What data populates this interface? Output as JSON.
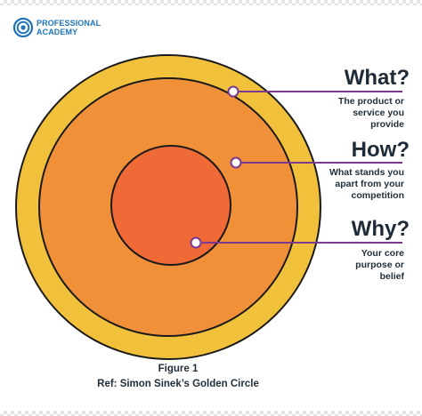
{
  "brand": {
    "logo_line1": "PROFESSIONAL",
    "logo_line2": "ACADEMY",
    "color": "#1f74b9"
  },
  "colors": {
    "outer_ring": "#f2c13c",
    "middle_ring": "#f0913a",
    "inner_circle": "#ef6a37",
    "ring_stroke": "#1a1a1a",
    "connector": "#7b3a8e"
  },
  "sections": [
    {
      "title": "What?",
      "description_lines": [
        "The product or",
        "service you",
        "provide"
      ]
    },
    {
      "title": "How?",
      "description_lines": [
        "What stands you",
        "apart from your",
        "competition"
      ]
    },
    {
      "title": "Why?",
      "description_lines": [
        "Your core",
        "purpose or",
        "belief"
      ]
    }
  ],
  "caption": {
    "figure": "Figure 1",
    "reference": "Ref: Simon Sinek’s Golden Circle"
  }
}
